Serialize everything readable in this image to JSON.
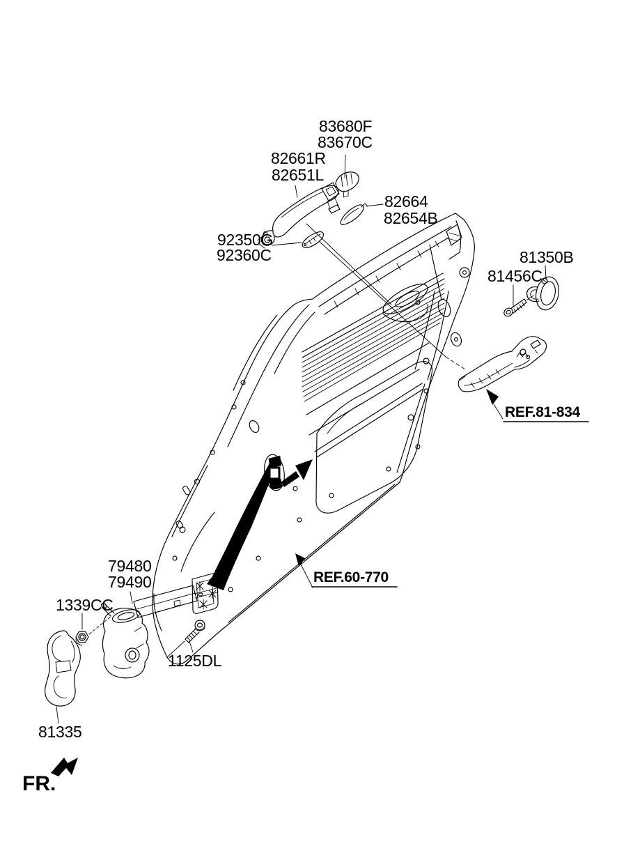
{
  "diagram": {
    "kind": "exploded-parts-diagram",
    "colors": {
      "line": "#000000",
      "background": "#ffffff"
    },
    "callouts": [
      {
        "id": "handle_cover",
        "lines": [
          "83680F",
          "83670C"
        ]
      },
      {
        "id": "outside_handle",
        "lines": [
          "82661R",
          "82651L"
        ]
      },
      {
        "id": "handle_pad",
        "lines": [
          "82664",
          "82654B"
        ]
      },
      {
        "id": "handle_bracket",
        "lines": [
          "92350G",
          "92360C"
        ]
      },
      {
        "id": "door_striker",
        "lines": [
          "81350B"
        ]
      },
      {
        "id": "striker_screw",
        "lines": [
          "81456C"
        ]
      },
      {
        "id": "ref_latch",
        "lines": [
          "REF.81-834"
        ]
      },
      {
        "id": "ref_door_panel",
        "lines": [
          "REF.60-770"
        ]
      },
      {
        "id": "door_checker",
        "lines": [
          "79480",
          "79490"
        ]
      },
      {
        "id": "hex_nut",
        "lines": [
          "1339CC"
        ]
      },
      {
        "id": "bolt",
        "lines": [
          "1125DL"
        ]
      },
      {
        "id": "lock_cover",
        "lines": [
          "81335"
        ]
      }
    ],
    "direction_indicator": "FR."
  }
}
